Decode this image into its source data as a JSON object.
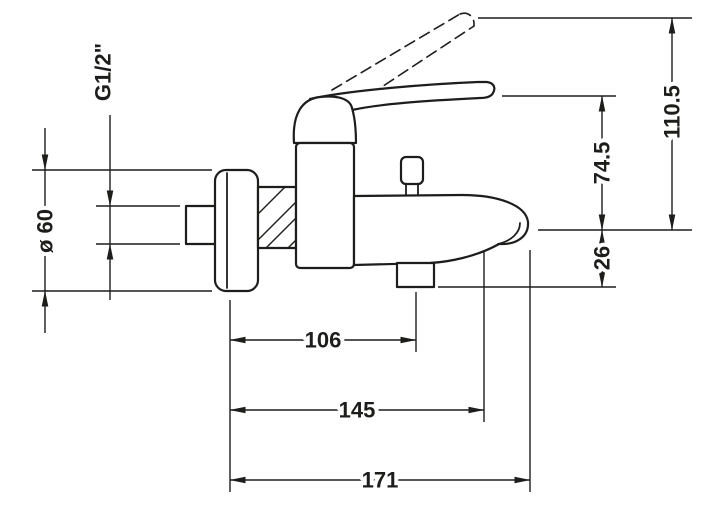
{
  "colors": {
    "line": "#1d1d1b",
    "background": "#ffffff"
  },
  "dimensions": {
    "thread": "G1/2\"",
    "flange_diameter": "ø 60",
    "body_height": "74.5",
    "overall_height": "110.5",
    "spout_drop": "26",
    "aerator_offset": "106",
    "outlet_offset": "145",
    "overall_depth": "171"
  }
}
